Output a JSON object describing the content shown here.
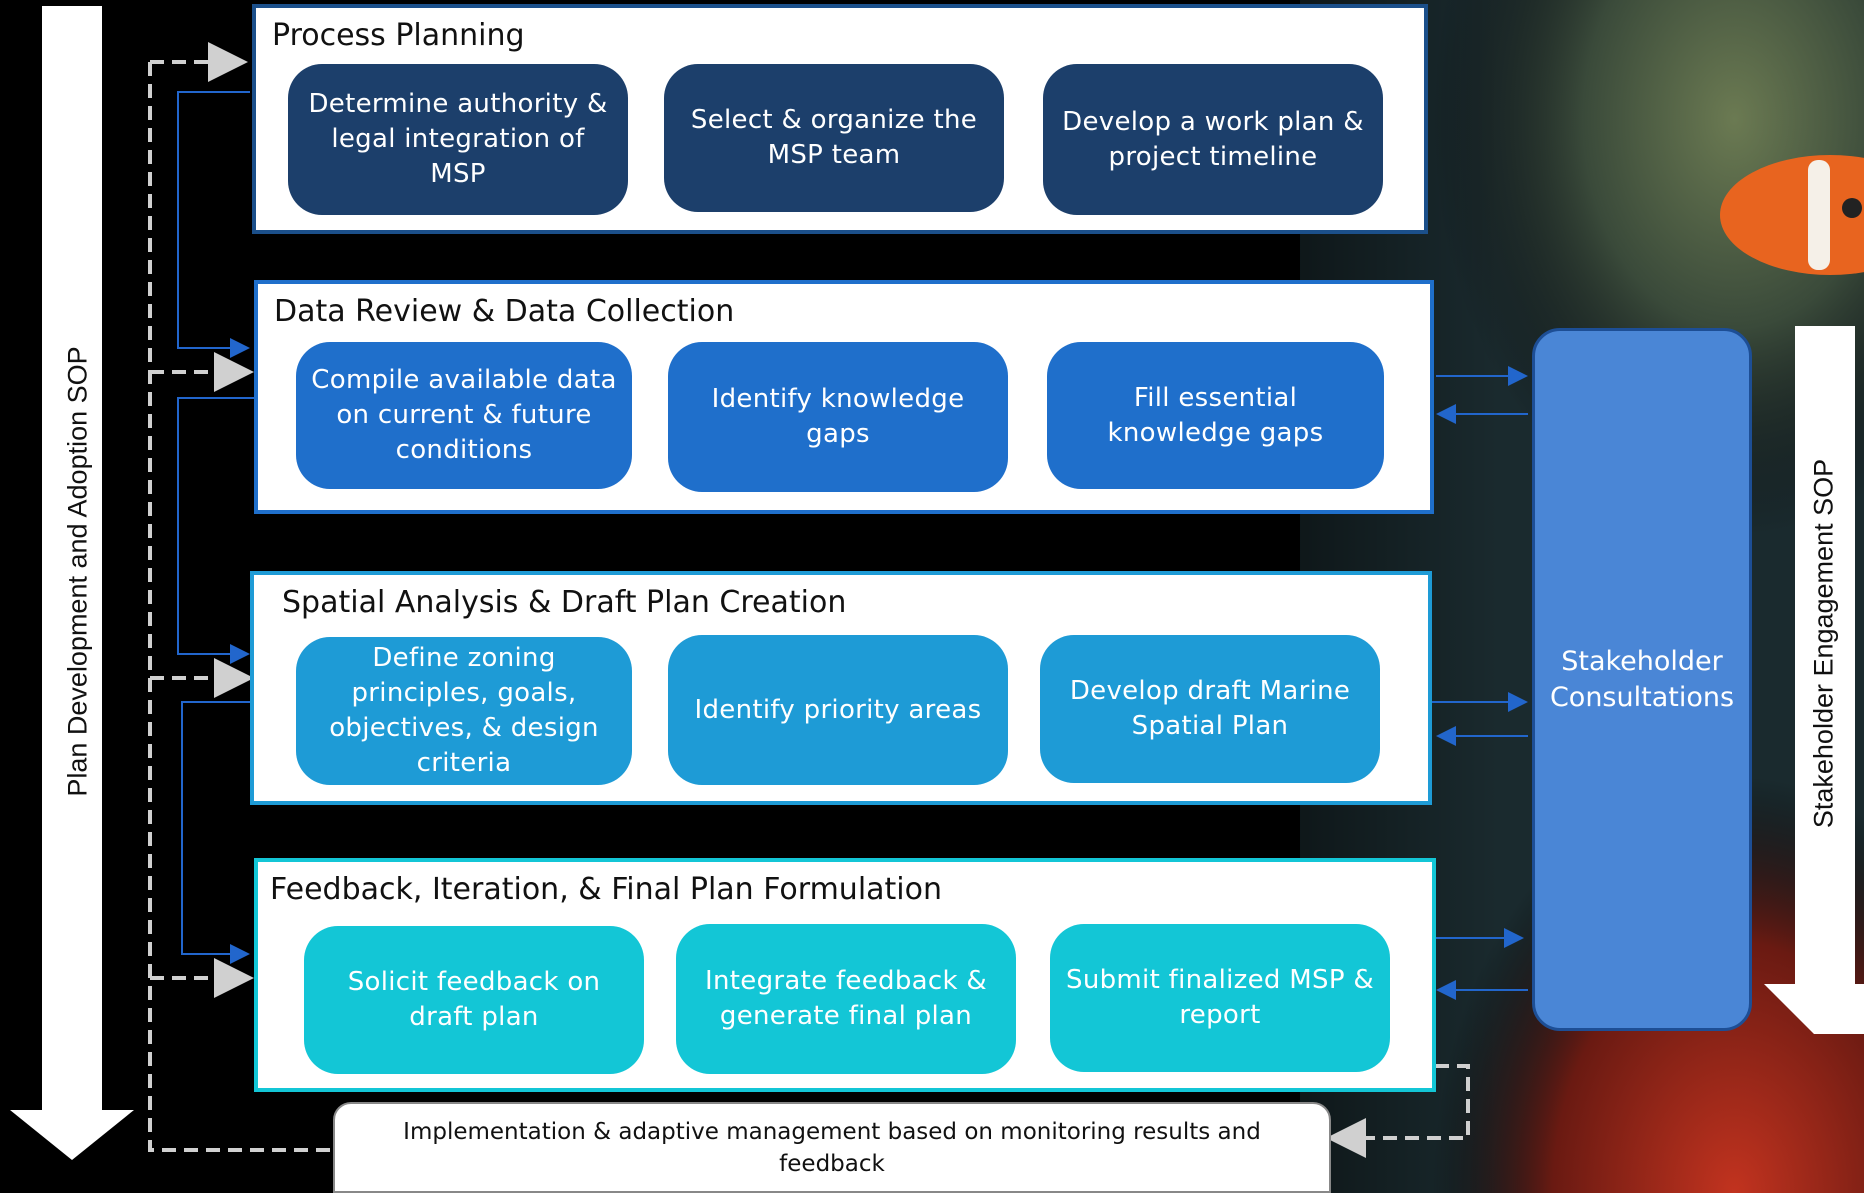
{
  "colors": {
    "background": "#000000",
    "phase1_step": "#1c3f6b",
    "phase2_step": "#1f6fcb",
    "phase3_step": "#1e9bd6",
    "phase4_step": "#13c6d6",
    "stakeholder": "#4a86d6",
    "arrow_blue": "#2266cc",
    "arrow_dashed": "#cccccc"
  },
  "left_arrow_label": "Plan Development and Adoption SOP",
  "right_arrow_label": "Stakeholder Engagement SOP",
  "phases": [
    {
      "title": "Process Planning",
      "steps": [
        "Determine authority & legal integration of MSP",
        "Select & organize the MSP team",
        "Develop a work plan & project timeline"
      ]
    },
    {
      "title": "Data Review & Data Collection",
      "steps": [
        "Compile available data on current & future conditions",
        "Identify knowledge gaps",
        "Fill essential knowledge gaps"
      ]
    },
    {
      "title": "Spatial Analysis & Draft Plan Creation",
      "steps": [
        "Define zoning principles, goals, objectives, & design criteria",
        "Identify priority areas",
        "Develop draft Marine Spatial Plan"
      ]
    },
    {
      "title": "Feedback, Iteration, & Final Plan Formulation",
      "steps": [
        "Solicit feedback on draft plan",
        "Integrate feedback & generate final plan",
        "Submit finalized MSP & report"
      ]
    }
  ],
  "stakeholder_box": "Stakeholder Consultations",
  "implementation_box": "Implementation & adaptive management based on monitoring results and feedback"
}
